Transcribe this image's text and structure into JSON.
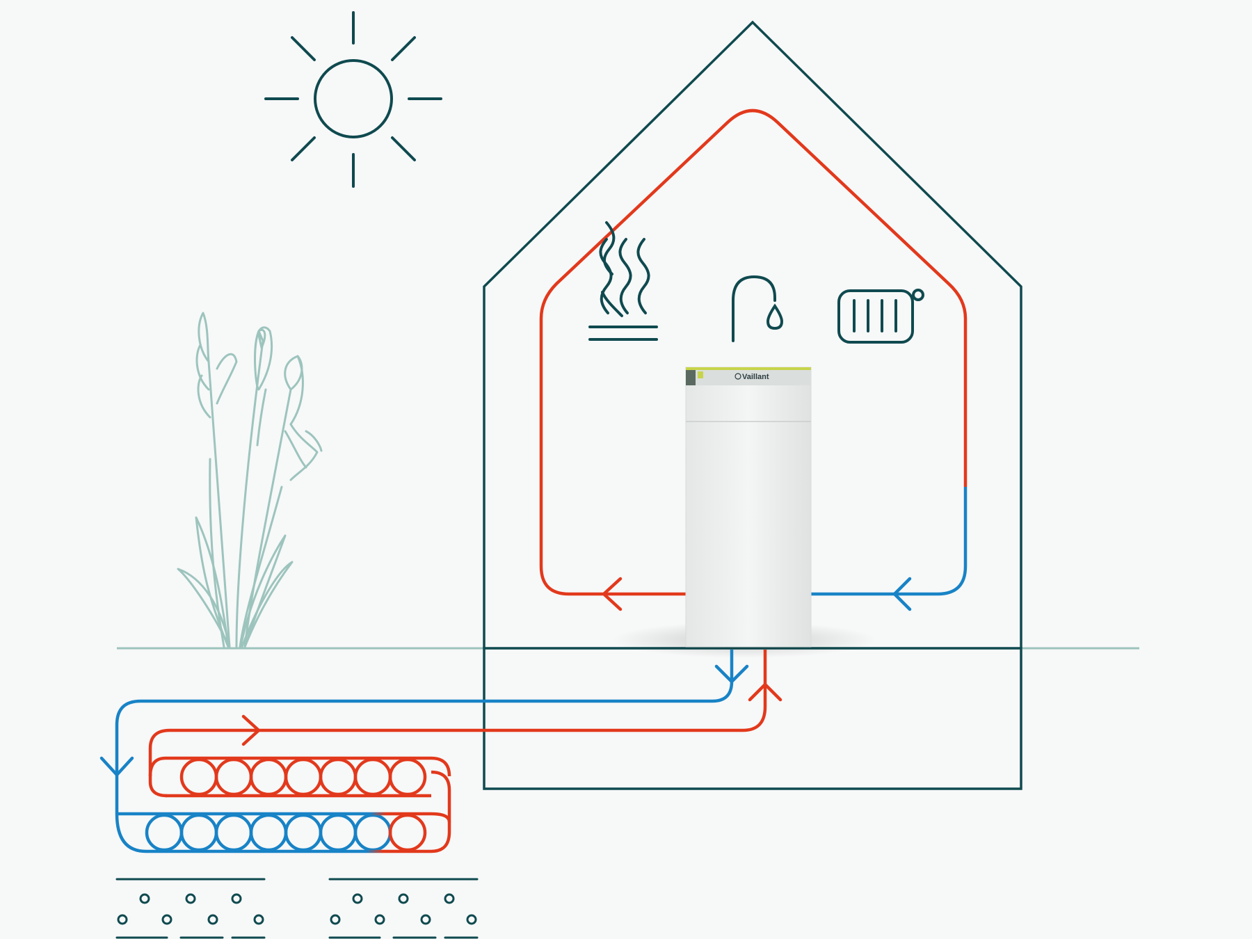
{
  "unit": {
    "brand_label": "Vaillant"
  },
  "colors": {
    "outline": "#0f4a4f",
    "hot": "#e2391c",
    "cold": "#1883c6",
    "plant": "#9cc4bd",
    "ground": "#9cc4bd",
    "background": "#f7f8f8",
    "unit_body": "#eef0ef",
    "unit_accent": "#c7d44a"
  },
  "icons": [
    "sun-icon",
    "plant-icon",
    "underfloor-heating-icon",
    "water-tap-icon",
    "radiator-icon",
    "heat-pump-unit",
    "ground-collector-coil",
    "soil-icon"
  ]
}
